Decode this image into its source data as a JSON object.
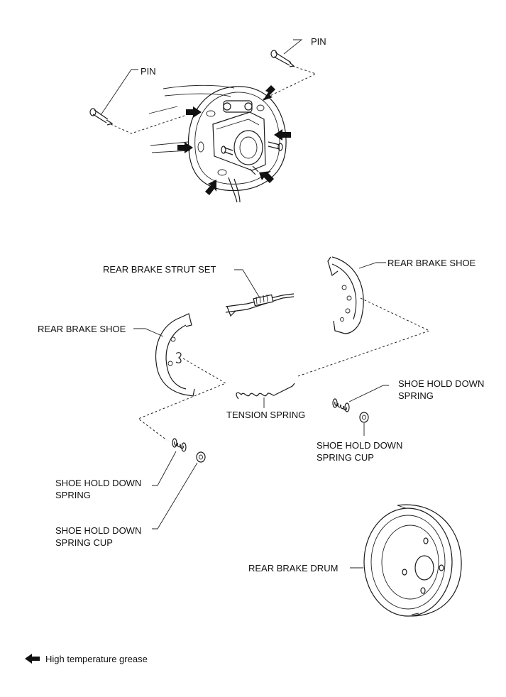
{
  "labels": {
    "pin_right": "PIN",
    "pin_left": "PIN",
    "strut": "REAR BRAKE STRUT SET",
    "shoe_right": "REAR BRAKE SHOE",
    "shoe_left": "REAR BRAKE SHOE",
    "tension_spring": "TENSION SPRING",
    "spring_right_1": "SHOE HOLD DOWN",
    "spring_right_2": "SPRING",
    "cup_right_1": "SHOE HOLD DOWN",
    "cup_right_2": "SPRING CUP",
    "spring_left_1": "SHOE HOLD DOWN",
    "spring_left_2": "SPRING",
    "cup_left_1": "SHOE HOLD DOWN",
    "cup_left_2": "SPRING CUP",
    "drum": "REAR BRAKE DRUM"
  },
  "legend": {
    "text": "High temperature grease",
    "icon": "grease-arrow-icon"
  }
}
